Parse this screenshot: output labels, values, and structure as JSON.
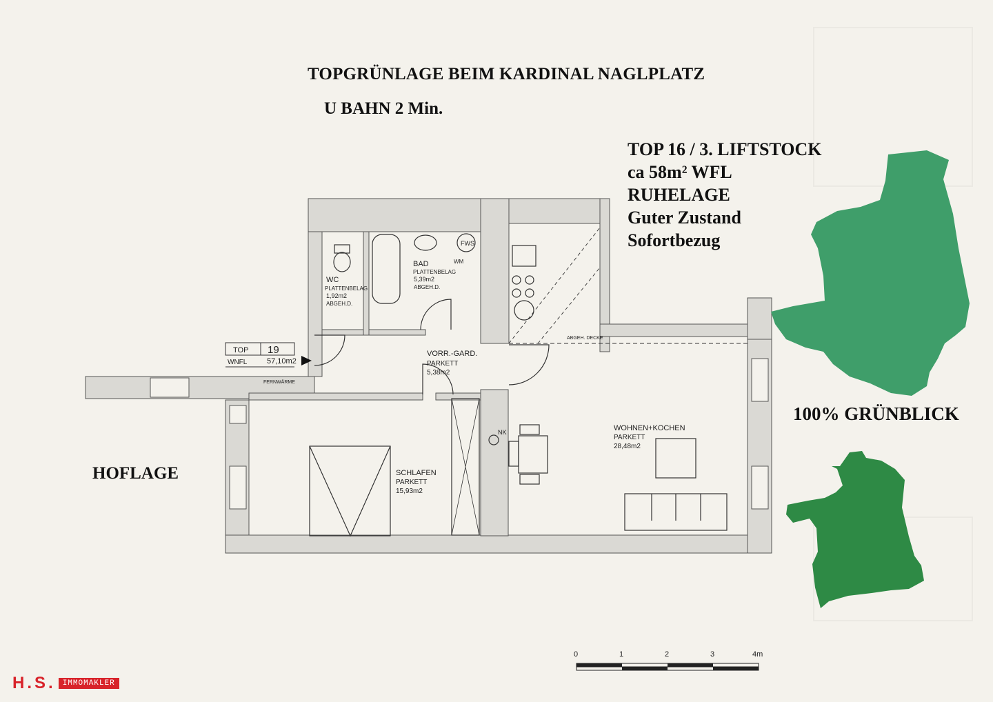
{
  "header": {
    "headline": "TOPGRÜNLAGE BEIM KARDINAL NAGLPLATZ",
    "subline": "U BAHN 2 Min."
  },
  "facts": {
    "top": "TOP 16 / 3. LIFTSTOCK",
    "area": "ca 58m² WFL",
    "quiet": "RUHELAGE",
    "condition": "Guter Zustand",
    "availability": "Sofortbezug"
  },
  "labels": {
    "hoflage": "HOFLAGE",
    "gruenblick": "100% GRÜNBLICK"
  },
  "plan": {
    "top_label": "TOP",
    "top_number": "19",
    "wnfl_label": "WNFL",
    "wnfl_value": "57,10m2",
    "fernwaerme": "FERNWÄRME",
    "fws": "FWS",
    "wm": "WM",
    "nk": "NK",
    "abgeh_decke": "ABGEH. DECKE",
    "rooms": [
      {
        "name": "WC",
        "floor": "PLATTENBELAG",
        "area": "1,92m2",
        "note": "ABGEH.D."
      },
      {
        "name": "BAD",
        "floor": "PLATTENBELAG",
        "area": "5,39m2",
        "note": "ABGEH.D."
      },
      {
        "name": "VORR.-GARD.",
        "floor": "PARKETT",
        "area": "5,38m2"
      },
      {
        "name": "SCHLAFEN",
        "floor": "PARKETT",
        "area": "15,93m2"
      },
      {
        "name": "WOHNEN+KOCHEN",
        "floor": "PARKETT",
        "area": "28,48m2"
      }
    ],
    "scale_ticks": [
      "0",
      "1",
      "2",
      "3",
      "4m"
    ]
  },
  "logo": {
    "brand": "H.S.",
    "tagline": "IMMOMAKLER"
  },
  "colors": {
    "background": "#f4f2ec",
    "wall": "#dad9d4",
    "green_light": "#3f9e6a",
    "green_dark": "#2e8a45",
    "logo_red": "#d8232a"
  }
}
